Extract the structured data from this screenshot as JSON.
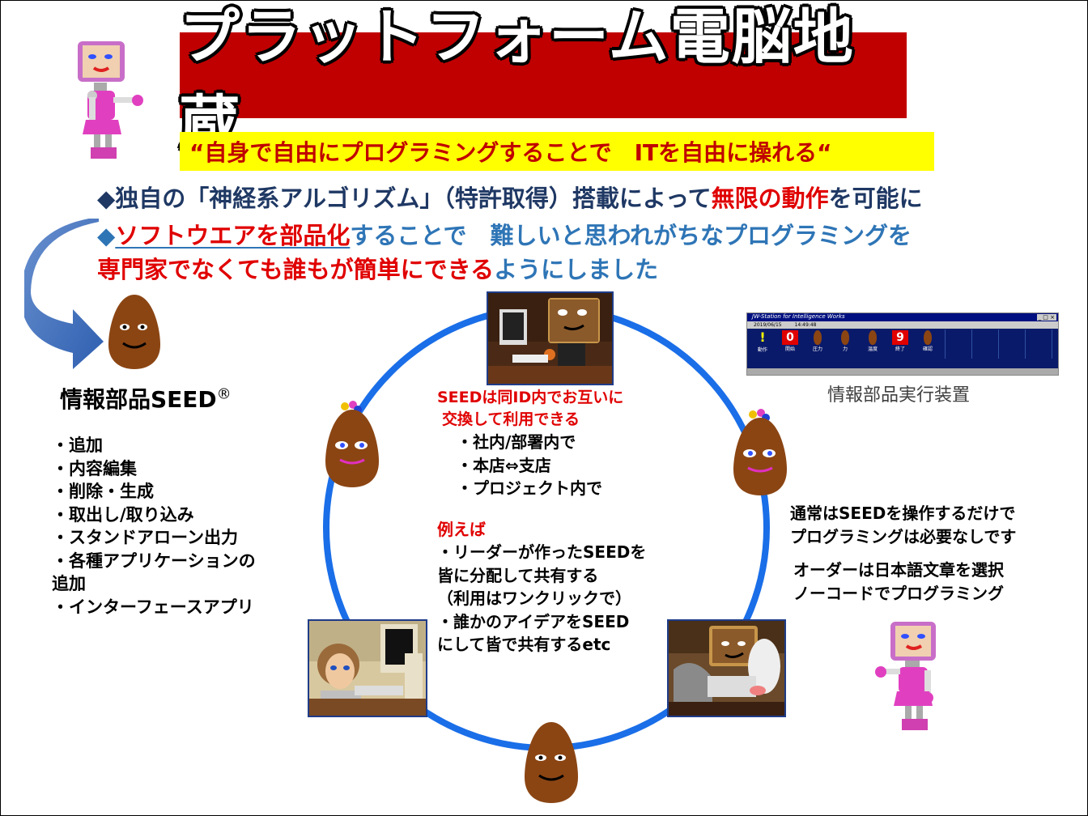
{
  "title": "プラットフォーム電脳地蔵",
  "slogan": "“自身で自由にプログラミングすることで　ITを自由に操れる“",
  "intro": {
    "line1_a": "◆独自の「神経系アルゴリズム」（特許取得）搭載によって",
    "line1_b": "無限の動作",
    "line1_c": "を可能に",
    "line2_a": "◆",
    "line2_b": "ソフトウエアを部品化",
    "line2_c": "することで　難しいと思われがちなプログラミングを",
    "line3_a": "専門家でなくても誰もが簡単にできる",
    "line3_b": "ようにしました"
  },
  "seed": {
    "title": "情報部品SEED",
    "reg_mark": "®",
    "features": [
      "・追加",
      "・内容編集",
      "・削除・生成",
      "・取出し/取り込み",
      "・スタンドアローン出力",
      "・各種アプリケーションの",
      "追加",
      "・インターフェースアプリ"
    ]
  },
  "center": {
    "heading1": "SEEDは同ID内でお互いに",
    "heading2": "交換して利用できる",
    "scopes": [
      "・社内/部署内で",
      "・本店⇔支店",
      "・プロジェクト内で"
    ],
    "example_label": "例えば",
    "examples": [
      "・リーダーが作ったSEEDを",
      "皆に分配して共有する",
      "（利用はワンクリックで）",
      "・誰かのアイデアをSEED",
      "にして皆で共有するetc"
    ]
  },
  "right": {
    "line1": "通常はSEEDを操作するだけで",
    "line2": "プログラミングは必要なしです",
    "line3": "オーダーは日本語文章を選択",
    "line4": "ノーコードでプログラミング"
  },
  "device": {
    "window_title": "JW-Station for Intelligence Works",
    "date": "2019/06/15",
    "time": "14:49:48",
    "cells": [
      {
        "label": "動作",
        "value": "!"
      },
      {
        "label": "開始",
        "value": "0"
      },
      {
        "label": "圧力",
        "value": ""
      },
      {
        "label": "力",
        "value": ""
      },
      {
        "label": "温度",
        "value": ""
      },
      {
        "label": "終了",
        "value": "9"
      },
      {
        "label": "確認",
        "value": ""
      }
    ],
    "caption": "情報部品実行装置"
  },
  "colors": {
    "title_bg": "#c00000",
    "slogan_bg": "#ffff00",
    "accent_red": "#e00000",
    "accent_blue": "#2e75b6",
    "navy": "#1f3864",
    "circle": "#1a6ee8",
    "seed_brown": "#8b4513"
  }
}
